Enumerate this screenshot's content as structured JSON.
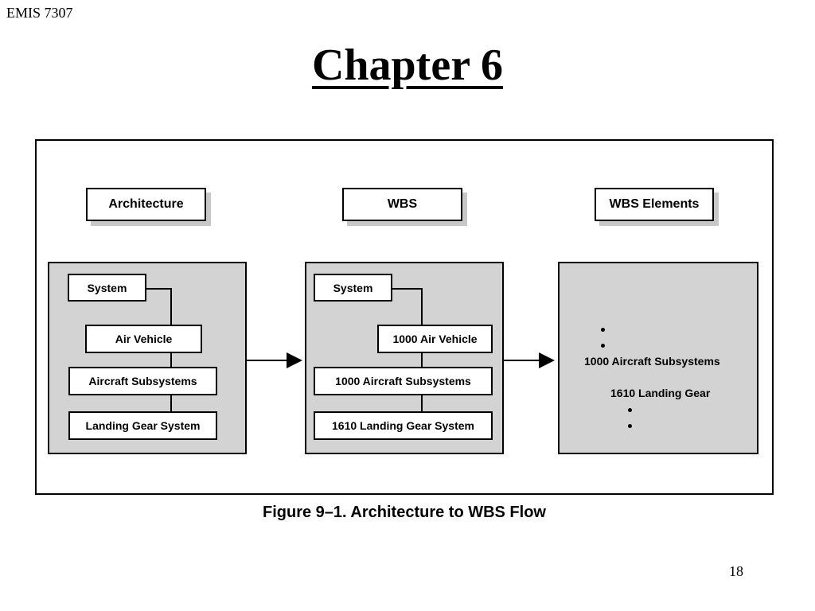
{
  "slide": {
    "course": "EMIS 7307",
    "title": "Chapter 6",
    "page_number": "18"
  },
  "figure": {
    "caption": "Figure 9–1. Architecture to WBS Flow",
    "columns": [
      {
        "header": "Architecture",
        "boxes": [
          "System",
          "Air Vehicle",
          "Aircraft Subsystems",
          "Landing Gear System"
        ]
      },
      {
        "header": "WBS",
        "boxes": [
          "System",
          "1000 Air Vehicle",
          "1000 Aircraft Subsystems",
          "1610 Landing Gear System"
        ]
      },
      {
        "header": "WBS Elements",
        "lines": [
          "1000 Aircraft Subsystems",
          "1610 Landing Gear"
        ]
      }
    ]
  },
  "colors": {
    "panel_fill": "#d3d3d3",
    "shadow": "#c8c8c8"
  }
}
